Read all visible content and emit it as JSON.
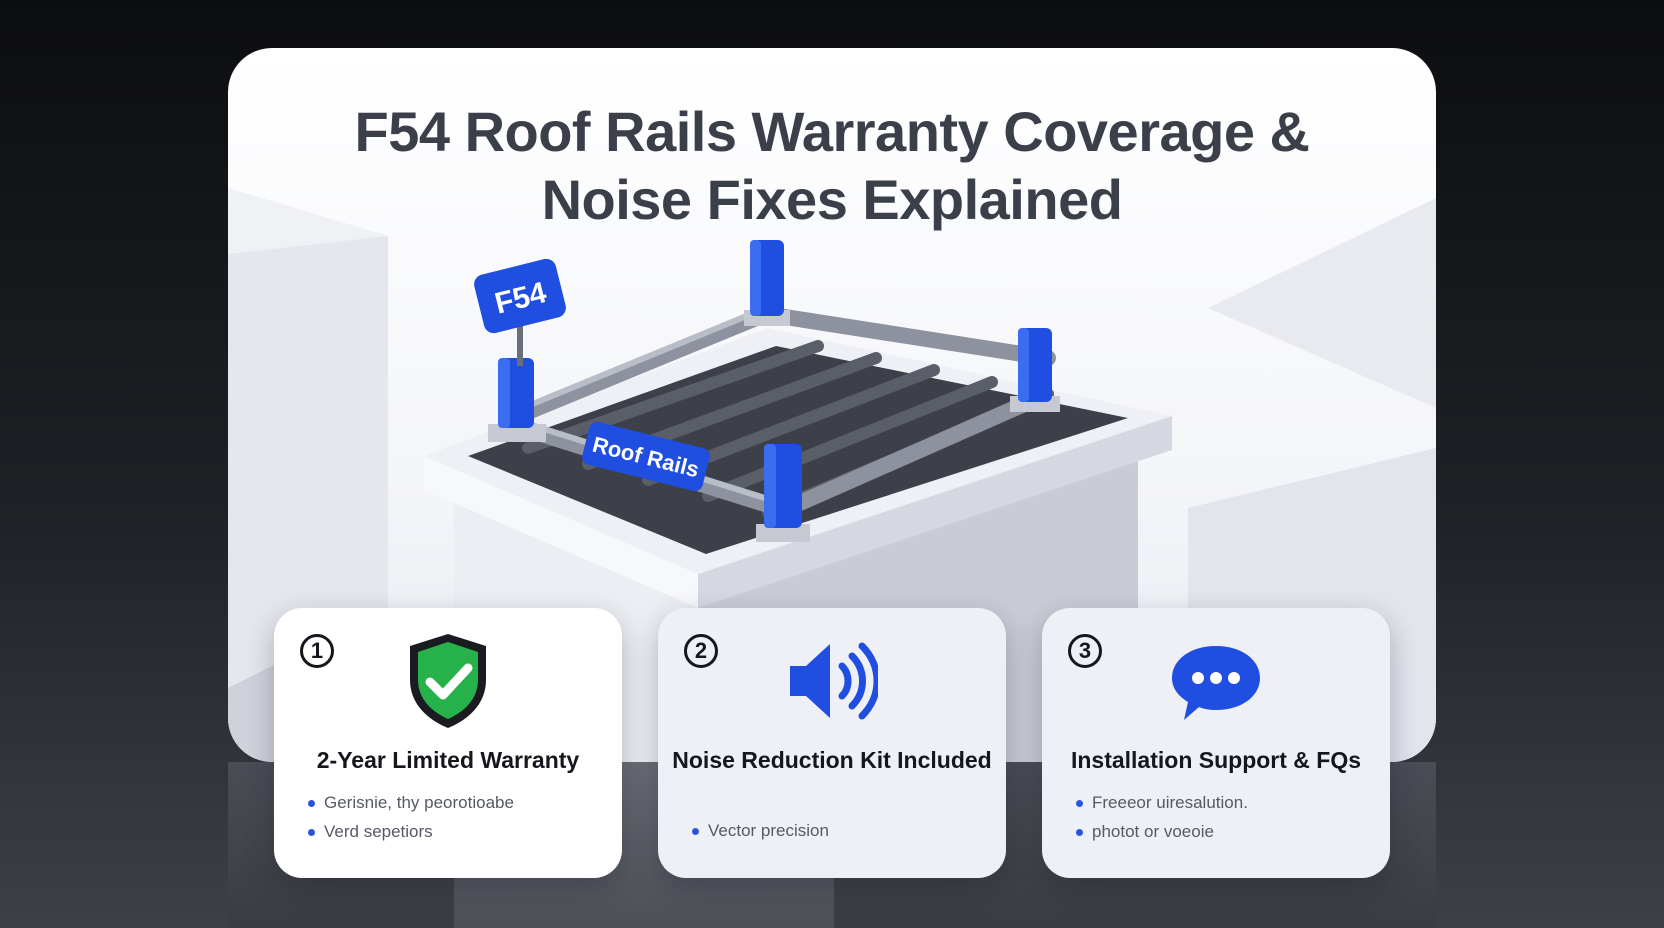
{
  "title": {
    "line1": "F54 Roof Rails Warranty Coverage &",
    "line2": "Noise Fixes Explained"
  },
  "labels": {
    "model_tag": "F54",
    "rail_tag": "Roof Rails"
  },
  "colors": {
    "accent_blue": "#1f4ee0",
    "shield_green": "#27b14a",
    "title_text": "#3a3f4a"
  },
  "cards": [
    {
      "number": "1",
      "icon": "shield-check-icon",
      "title": "2-Year Limited Warranty",
      "bullets": [
        "Gerisnie, thy peorotioabe",
        "Verd sepetiors"
      ]
    },
    {
      "number": "2",
      "icon": "speaker-icon",
      "title": "Noise Reduction Kit Included",
      "bullets": [
        "Vector precision"
      ]
    },
    {
      "number": "3",
      "icon": "chat-bubble-icon",
      "title": "Installation Support & FQs",
      "bullets": [
        "Freeeor uiresalution.",
        "photot or voeoie"
      ]
    }
  ]
}
